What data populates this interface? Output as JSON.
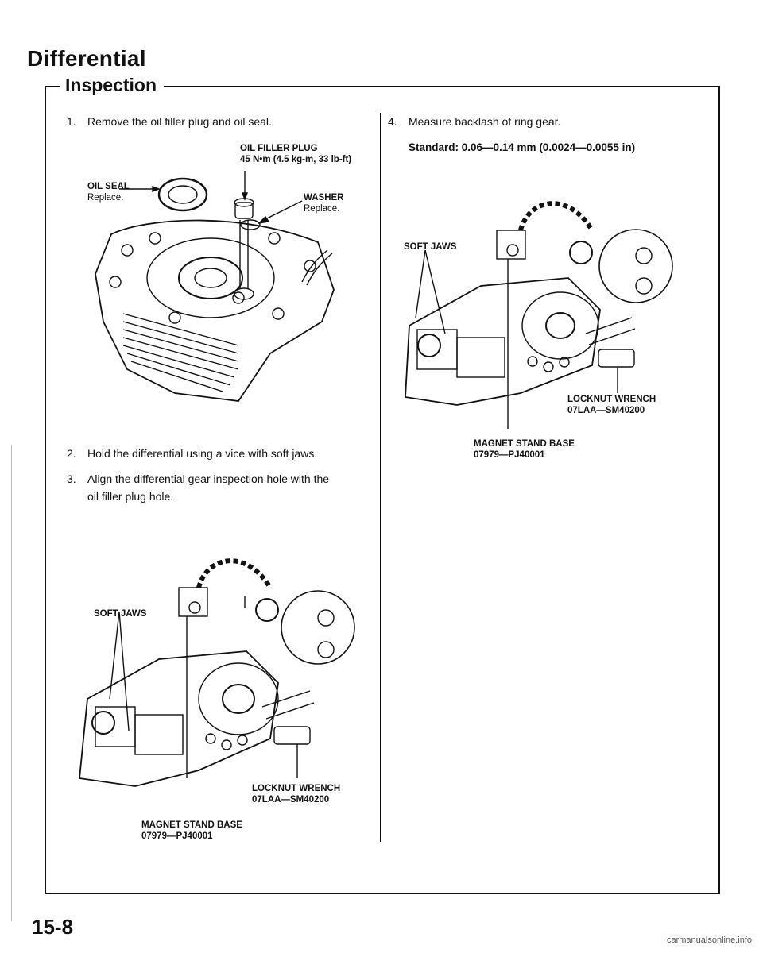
{
  "header": {
    "title": "Differential",
    "section": "Inspection"
  },
  "steps": {
    "s1": {
      "num": "1.",
      "text": "Remove the oil filler plug and oil seal."
    },
    "s2": {
      "num": "2.",
      "text": "Hold the differential using a vice with soft jaws."
    },
    "s3": {
      "num": "3.",
      "line1": "Align the differential gear inspection hole with the",
      "line2": "oil filler plug hole."
    },
    "s4": {
      "num": "4.",
      "text": "Measure backlash of ring gear."
    }
  },
  "standard": "Standard: 0.06—0.14 mm (0.0024—0.0055 in)",
  "figure1": {
    "oil_filler_plug": "OIL FILLER PLUG",
    "torque": "45 N•m (4.5 kg-m, 33 lb-ft)",
    "oil_seal": "OIL SEAL",
    "oil_seal_note": "Replace.",
    "washer": "WASHER",
    "washer_note": "Replace."
  },
  "figure2": {
    "soft_jaws": "SOFT JAWS",
    "locknut_wrench": "LOCKNUT WRENCH",
    "locknut_wrench_pn": "07LAA—SM40200",
    "magnet_stand": "MAGNET STAND BASE",
    "magnet_stand_pn": "07979—PJ40001"
  },
  "figure3": {
    "soft_jaws": "SOFT JAWS",
    "locknut_wrench": "LOCKNUT WRENCH",
    "locknut_wrench_pn": "07LAA—SM40200",
    "magnet_stand": "MAGNET STAND BASE",
    "magnet_stand_pn": "07979—PJ40001"
  },
  "footer": {
    "page_number": "15-8",
    "watermark": "carmanualsonline.info"
  }
}
